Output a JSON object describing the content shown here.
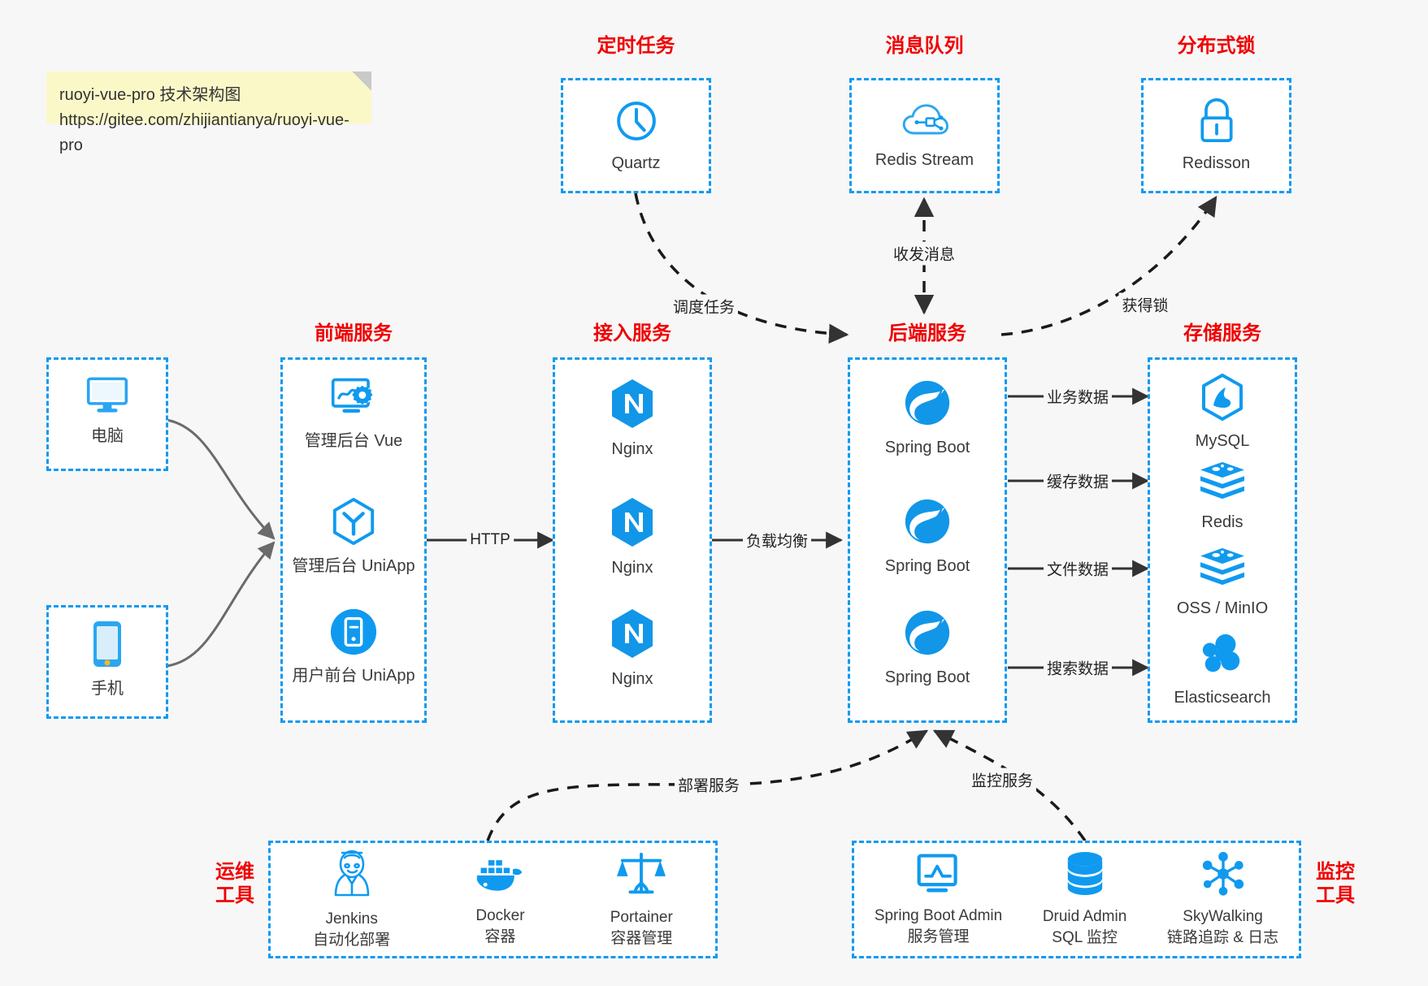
{
  "note": {
    "line1": "ruoyi-vue-pro 技术架构图",
    "line2": "https://gitee.com/zhijiantianya/ruoyi-vue-pro"
  },
  "colors": {
    "box_border": "#0f9af0",
    "group_title": "#f00000",
    "icon_blue": "#0f9af0",
    "edge": "#333333",
    "note_bg": "#fbf8c8",
    "canvas_bg": "#f7f7f7"
  },
  "groups": [
    {
      "id": "scheduled-task",
      "title": "定时任务",
      "nodes": [
        {
          "label": "Quartz",
          "icon": "clock-icon"
        }
      ]
    },
    {
      "id": "message-queue",
      "title": "消息队列",
      "nodes": [
        {
          "label": "Redis Stream",
          "icon": "cloud-stream-icon"
        }
      ]
    },
    {
      "id": "distributed-lock",
      "title": "分布式锁",
      "nodes": [
        {
          "label": "Redisson",
          "icon": "lock-icon"
        }
      ]
    },
    {
      "id": "client-pc",
      "title": "",
      "nodes": [
        {
          "label": "电脑",
          "icon": "monitor-icon"
        }
      ]
    },
    {
      "id": "client-mobile",
      "title": "",
      "nodes": [
        {
          "label": "手机",
          "icon": "phone-icon"
        }
      ]
    },
    {
      "id": "frontend-service",
      "title": "前端服务",
      "nodes": [
        {
          "label": "管理后台 Vue",
          "icon": "dashboard-gear-icon"
        },
        {
          "label": "管理后台 UniApp",
          "icon": "cube-icon"
        },
        {
          "label": "用户前台 UniApp",
          "icon": "mobile-app-icon"
        }
      ]
    },
    {
      "id": "access-service",
      "title": "接入服务",
      "nodes": [
        {
          "label": "Nginx",
          "icon": "nginx-icon"
        },
        {
          "label": "Nginx",
          "icon": "nginx-icon"
        },
        {
          "label": "Nginx",
          "icon": "nginx-icon"
        }
      ]
    },
    {
      "id": "backend-service",
      "title": "后端服务",
      "nodes": [
        {
          "label": "Spring Boot",
          "icon": "spring-boot-icon"
        },
        {
          "label": "Spring Boot",
          "icon": "spring-boot-icon"
        },
        {
          "label": "Spring Boot",
          "icon": "spring-boot-icon"
        }
      ]
    },
    {
      "id": "storage-service",
      "title": "存储服务",
      "nodes": [
        {
          "label": "MySQL",
          "icon": "mysql-icon"
        },
        {
          "label": "Redis",
          "icon": "redis-icon"
        },
        {
          "label": "OSS / MinIO",
          "icon": "oss-minio-icon"
        },
        {
          "label": "Elasticsearch",
          "icon": "elasticsearch-icon"
        }
      ]
    },
    {
      "id": "devops-tools",
      "title": "运维\n工具",
      "title_line1": "运维",
      "title_line2": "工具",
      "nodes": [
        {
          "label": "Jenkins",
          "sub": "自动化部署",
          "icon": "jenkins-icon"
        },
        {
          "label": "Docker",
          "sub": "容器",
          "icon": "docker-icon"
        },
        {
          "label": "Portainer",
          "sub": "容器管理",
          "icon": "portainer-scale-icon"
        }
      ]
    },
    {
      "id": "monitor-tools",
      "title_line1": "监控",
      "title_line2": "工具",
      "nodes": [
        {
          "label": "Spring Boot Admin",
          "sub": "服务管理",
          "icon": "monitor-chart-icon"
        },
        {
          "label": "Druid Admin",
          "sub": "SQL 监控",
          "icon": "database-icon"
        },
        {
          "label": "SkyWalking",
          "sub": "链路追踪 & 日志",
          "icon": "skywalking-icon"
        }
      ]
    }
  ],
  "edges": [
    {
      "id": "http",
      "label": "HTTP",
      "style": "solid"
    },
    {
      "id": "load-balance",
      "label": "负载均衡",
      "style": "solid"
    },
    {
      "id": "biz-data",
      "label": "业务数据",
      "style": "solid"
    },
    {
      "id": "cache-data",
      "label": "缓存数据",
      "style": "solid"
    },
    {
      "id": "file-data",
      "label": "文件数据",
      "style": "solid"
    },
    {
      "id": "search-data",
      "label": "搜索数据",
      "style": "solid"
    },
    {
      "id": "schedule-task",
      "label": "调度任务",
      "style": "dashed"
    },
    {
      "id": "send-recv-msg",
      "label": "收发消息",
      "style": "dashed"
    },
    {
      "id": "acquire-lock",
      "label": "获得锁",
      "style": "dashed"
    },
    {
      "id": "deploy-service",
      "label": "部署服务",
      "style": "dashed"
    },
    {
      "id": "monitor-service",
      "label": "监控服务",
      "style": "dashed"
    }
  ],
  "labels": {
    "note_line1": "ruoyi-vue-pro 技术架构图",
    "note_line2": "https://gitee.com/zhijiantianya/ruoyi-vue-pro"
  }
}
